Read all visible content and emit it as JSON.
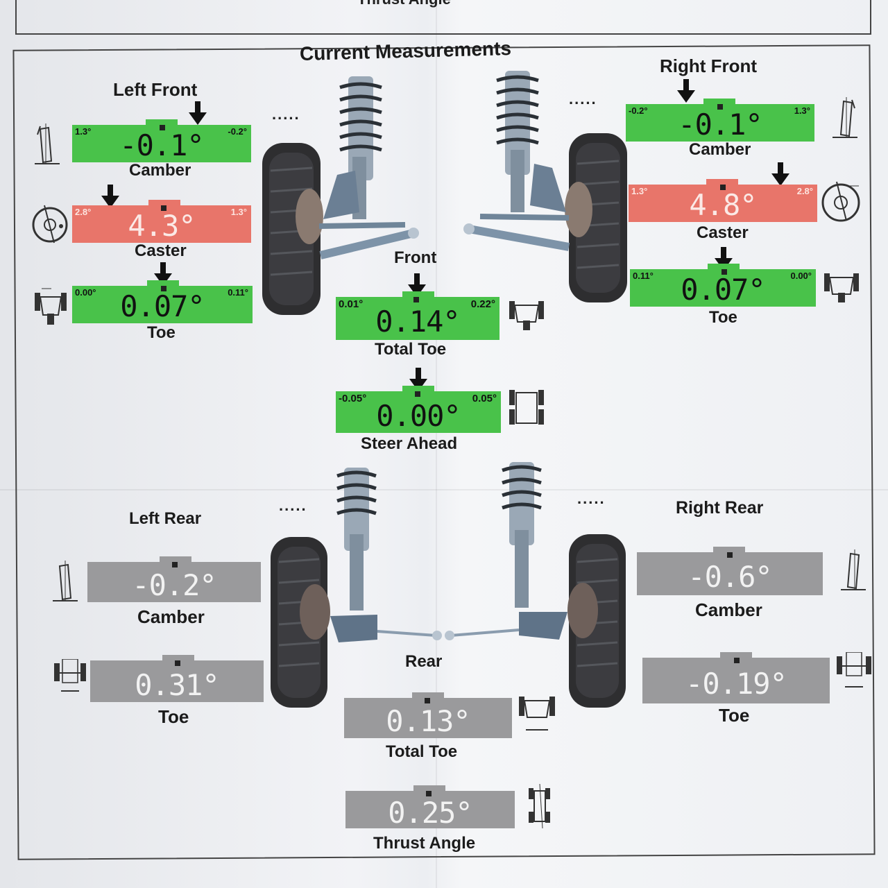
{
  "page": {
    "prev_caption": "Thrust Angle",
    "title": "Current Measurements",
    "dots": "....."
  },
  "left_front": {
    "heading": "Left Front",
    "camber": {
      "label": "Camber",
      "value": "-0.1°",
      "min": "1.3°",
      "max": "-0.2°",
      "status": "in-spec"
    },
    "caster": {
      "label": "Caster",
      "value": "4.3°",
      "min": "2.8°",
      "max": "1.3°",
      "status": "out-of-spec"
    },
    "toe": {
      "label": "Toe",
      "value": "0.07°",
      "min": "0.00°",
      "max": "0.11°",
      "status": "in-spec"
    }
  },
  "right_front": {
    "heading": "Right Front",
    "camber": {
      "label": "Camber",
      "value": "-0.1°",
      "min": "-0.2°",
      "max": "1.3°",
      "status": "in-spec"
    },
    "caster": {
      "label": "Caster",
      "value": "4.8°",
      "min": "1.3°",
      "max": "2.8°",
      "status": "out-of-spec"
    },
    "toe": {
      "label": "Toe",
      "value": "0.07°",
      "min": "0.11°",
      "max": "0.00°",
      "status": "in-spec"
    }
  },
  "front": {
    "heading": "Front",
    "total_toe": {
      "label": "Total Toe",
      "value": "0.14°",
      "min": "0.01°",
      "max": "0.22°",
      "status": "in-spec"
    },
    "steer_ahead": {
      "label": "Steer Ahead",
      "value": "0.00°",
      "min": "-0.05°",
      "max": "0.05°",
      "status": "in-spec"
    }
  },
  "left_rear": {
    "heading": "Left Rear",
    "camber": {
      "label": "Camber",
      "value": "-0.2°",
      "status": "no-spec"
    },
    "toe": {
      "label": "Toe",
      "value": "0.31°",
      "status": "no-spec"
    }
  },
  "right_rear": {
    "heading": "Right Rear",
    "camber": {
      "label": "Camber",
      "value": "-0.6°",
      "status": "no-spec"
    },
    "toe": {
      "label": "Toe",
      "value": "-0.19°",
      "status": "no-spec"
    }
  },
  "rear": {
    "heading": "Rear",
    "total_toe": {
      "label": "Total Toe",
      "value": "0.13°",
      "status": "no-spec"
    },
    "thrust_angle": {
      "label": "Thrust Angle",
      "value": "0.25°",
      "status": "no-spec"
    }
  },
  "colors": {
    "in_spec": "#49c24a",
    "out_of_spec": "#e8756a",
    "no_spec": "#9a9a9c"
  }
}
